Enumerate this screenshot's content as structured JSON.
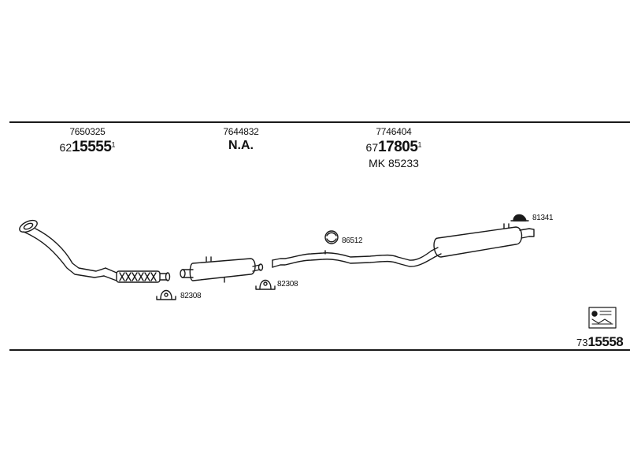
{
  "parts": [
    {
      "id": "7650325",
      "ref_prefix": "62",
      "ref_main": "15555",
      "ref_sup": "1"
    },
    {
      "id": "7644832",
      "status": "N.A."
    },
    {
      "id": "7746404",
      "ref_prefix": "67",
      "ref_main": "17805",
      "ref_sup": "1",
      "mk": "MK 85233"
    }
  ],
  "callouts": {
    "clamp_left": "82308",
    "clamp_mid": "82308",
    "ring": "86512",
    "hanger": "81341"
  },
  "catalog": {
    "prefix": "73",
    "main": "15558"
  }
}
